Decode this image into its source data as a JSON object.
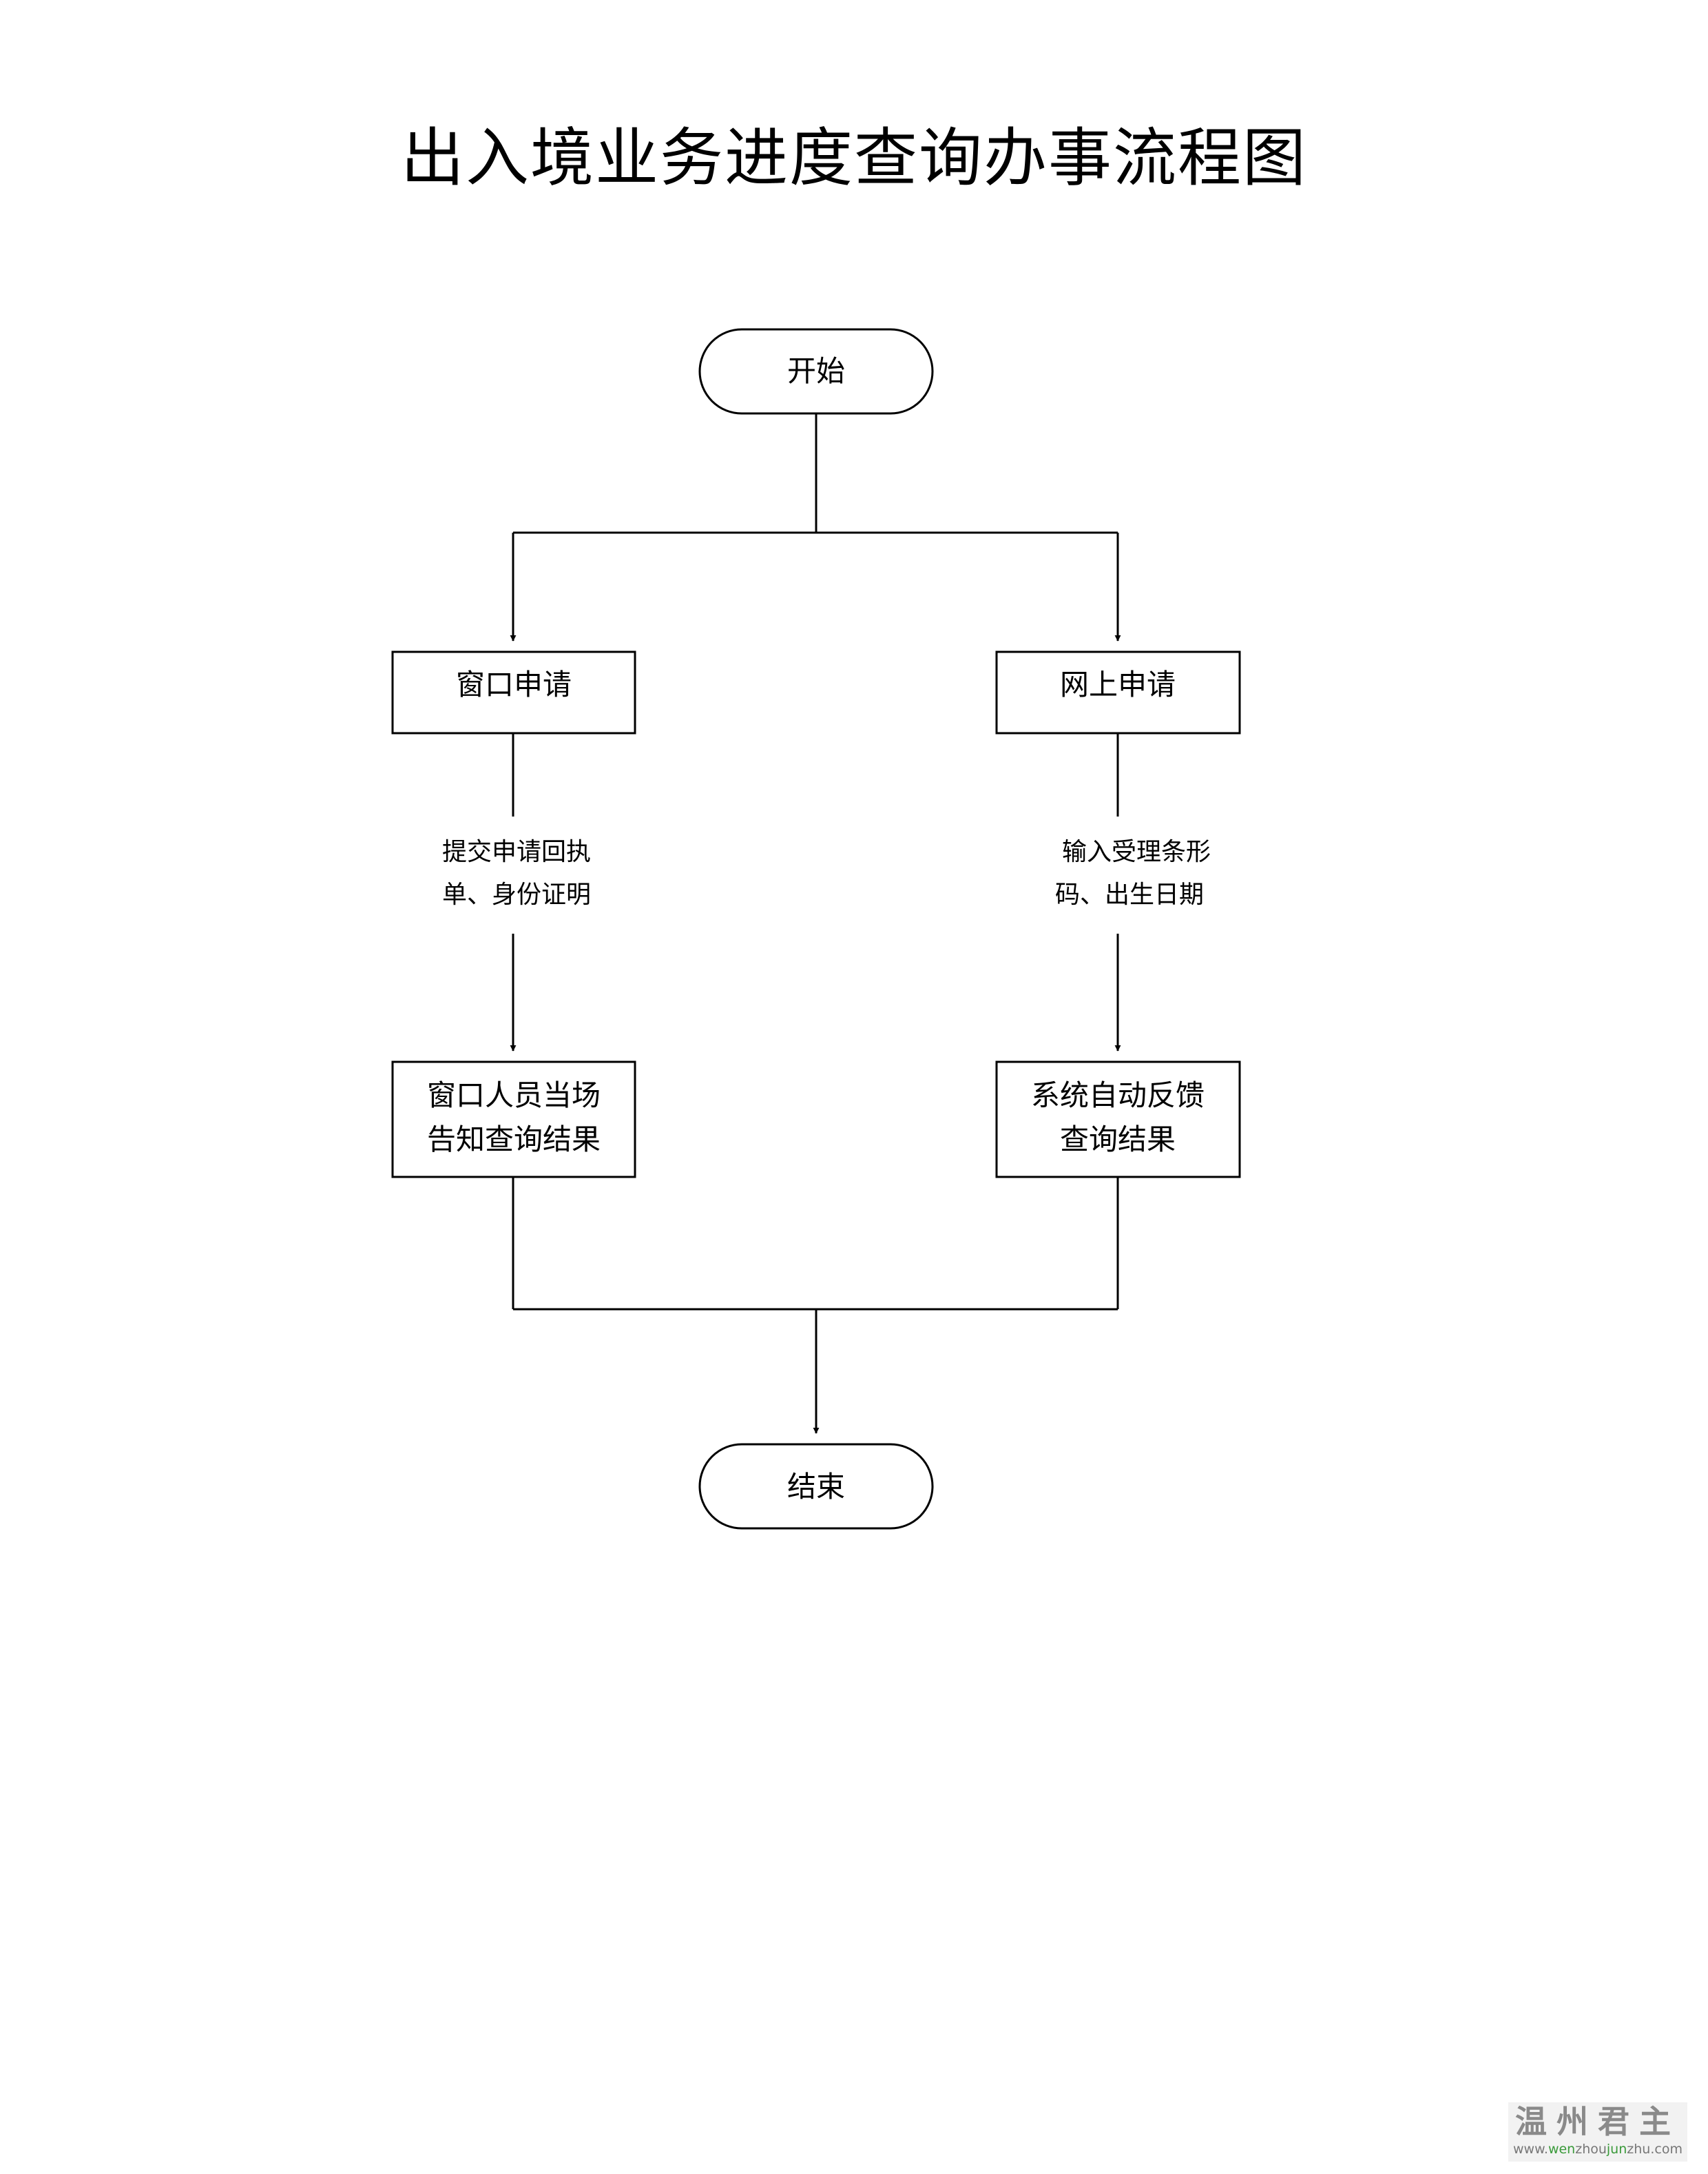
{
  "title": "出入境业务进度查询办事流程图",
  "nodes": {
    "start": "开始",
    "window_apply": "窗口申请",
    "online_apply": "网上申请",
    "window_result_line1": "窗口人员当场",
    "window_result_line2": "告知查询结果",
    "online_result_line1": "系统自动反馈",
    "online_result_line2": "查询结果",
    "end": "结束"
  },
  "edges": {
    "window_note_line1": "提交申请回执",
    "window_note_line2": "单、身份证明",
    "online_note_line1": "输入受理条形",
    "online_note_line2": "码、出生日期"
  },
  "watermark": {
    "main": "温州君主",
    "url_prefix": "www.",
    "url_hl1": "wen",
    "url_mid": "zhou",
    "url_hl2": "jun",
    "url_suffix": "zhu.com"
  }
}
